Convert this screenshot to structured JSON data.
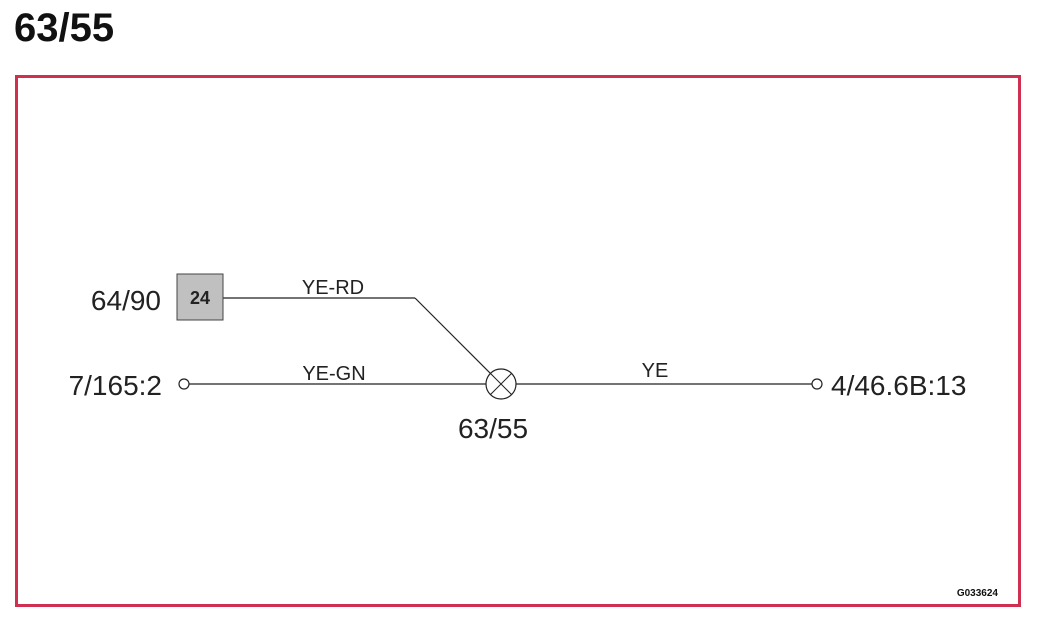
{
  "page": {
    "title": "63/55"
  },
  "diagram": {
    "connector_box": {
      "ref": "64/90",
      "pin": "24"
    },
    "left_terminal": "7/165:2",
    "right_terminal": "4/46.6B:13",
    "junction": "63/55",
    "wires": {
      "upper": "YE-RD",
      "lower_left": "YE-GN",
      "right": "YE"
    },
    "figure_id": "G033624",
    "colors": {
      "frame": "#d03050",
      "box_fill": "#c0c0c0",
      "line": "#222222"
    }
  }
}
